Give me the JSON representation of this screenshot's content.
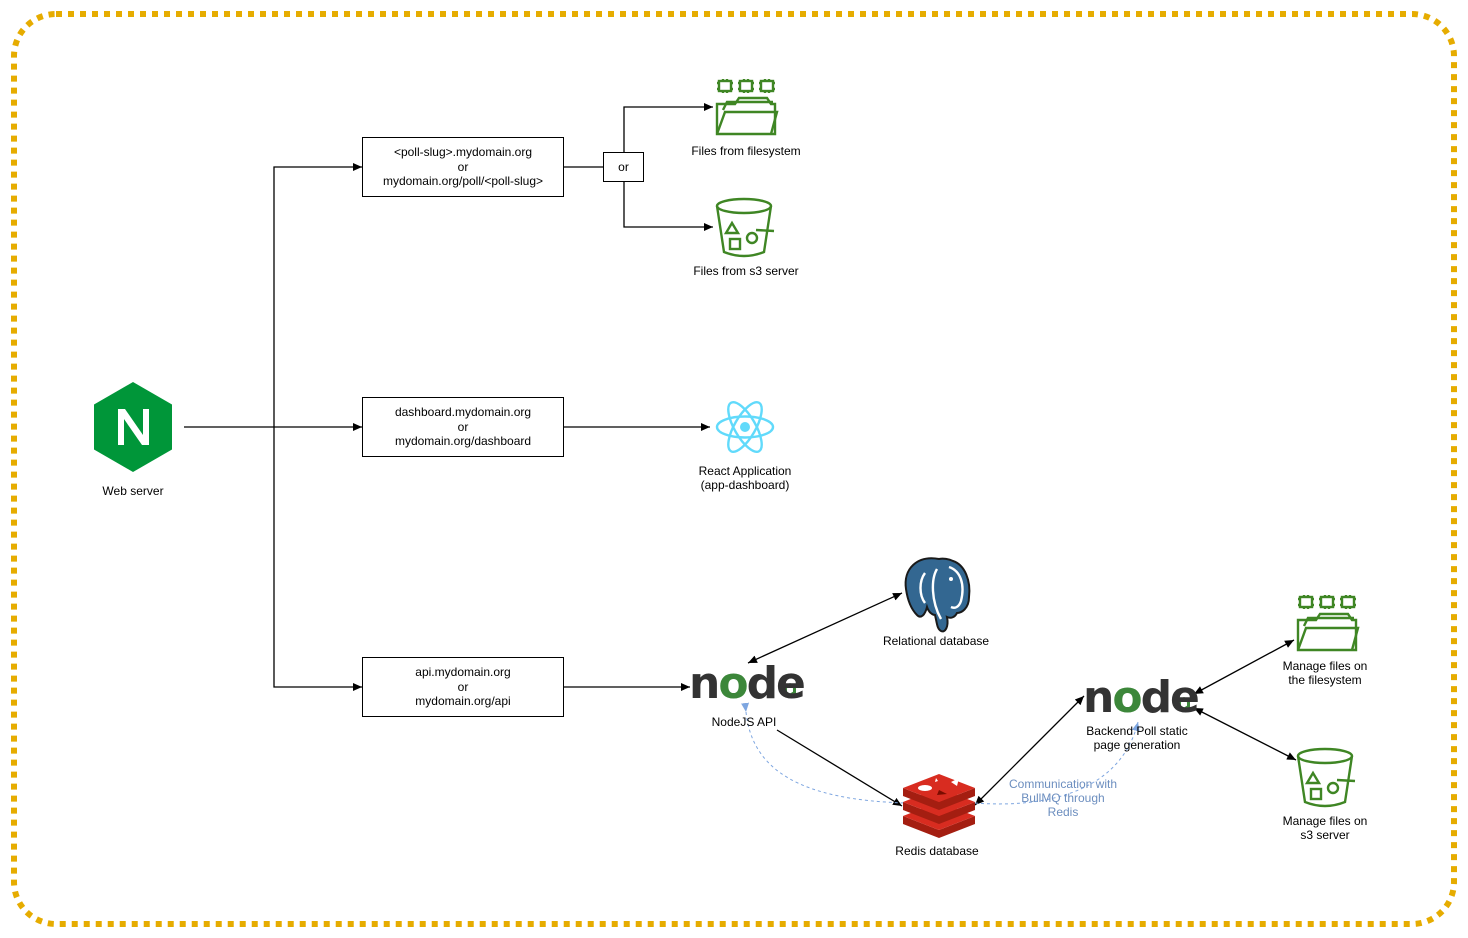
{
  "container": {
    "border_color": "#e6ac00",
    "style": "dotted rounded"
  },
  "nodes": {
    "web_server": {
      "label": "Web server",
      "icon": "nginx-icon",
      "color": "#009639"
    },
    "poll_route": {
      "lines": [
        "<poll-slug>.mydomain.org",
        "or",
        "mydomain.org/poll/<poll-slug>"
      ]
    },
    "or_switch": {
      "label": "or"
    },
    "files_fs": {
      "label": "Files from filesystem",
      "icon": "folder-chips-icon",
      "color": "#3f8624"
    },
    "files_s3": {
      "label": "Files from s3 server",
      "icon": "s3-bucket-icon",
      "color": "#3f8624"
    },
    "dashboard_route": {
      "lines": [
        "dashboard.mydomain.org",
        "or",
        "mydomain.org/dashboard"
      ]
    },
    "react_app": {
      "lines": [
        "React Application",
        "(app-dashboard)"
      ],
      "icon": "react-icon",
      "color": "#61dafb"
    },
    "api_route": {
      "lines": [
        "api.mydomain.org",
        "or",
        "mydomain.org/api"
      ]
    },
    "nodejs_api": {
      "label": "NodeJS API",
      "logo_text": {
        "n": "n",
        "o": "o",
        "de": "de"
      }
    },
    "postgres": {
      "label": "Relational database",
      "icon": "postgresql-elephant-icon",
      "color": "#336791"
    },
    "redis": {
      "label": "Redis database",
      "icon": "redis-icon",
      "color": "#d82c20"
    },
    "backend_poll": {
      "lines": [
        "Backend Poll static",
        "page generation"
      ],
      "logo_text": {
        "n": "n",
        "o": "o",
        "de": "de"
      }
    },
    "manage_fs": {
      "lines": [
        "Manage files on",
        "the filesystem"
      ],
      "icon": "folder-chips-icon",
      "color": "#3f8624"
    },
    "manage_s3": {
      "lines": [
        "Manage files on",
        "s3 server"
      ],
      "icon": "s3-bucket-icon",
      "color": "#3f8624"
    }
  },
  "annotation": {
    "lines": [
      "Communication with",
      "BullMQ through",
      "Redis"
    ],
    "color": "#7ea6e0"
  }
}
